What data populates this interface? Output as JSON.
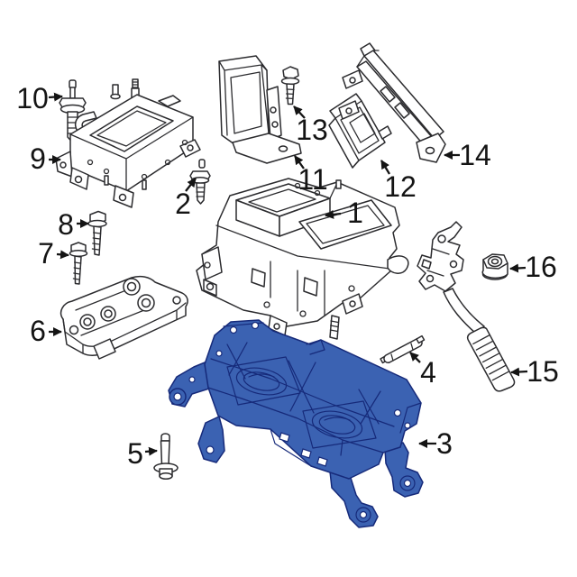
{
  "diagram": {
    "type": "exploded-parts-diagram",
    "colors": {
      "bg": "#ffffff",
      "line": "#2b2b2e",
      "hl": "#3b62b2",
      "hls": "#162a7a",
      "hll": "#4f74c6",
      "callout": "#141414"
    },
    "highlighted_callout": "3",
    "parts": [
      {
        "callout": "1",
        "name": "inverter-converter-assembly",
        "highlighted": false
      },
      {
        "callout": "2",
        "name": "stud-bolt",
        "highlighted": false
      },
      {
        "callout": "3",
        "name": "support-bracket-frame",
        "highlighted": true
      },
      {
        "callout": "4",
        "name": "dowel-pin",
        "highlighted": false
      },
      {
        "callout": "5",
        "name": "shoulder-screw",
        "highlighted": false
      },
      {
        "callout": "6",
        "name": "mounting-bracket",
        "highlighted": false
      },
      {
        "callout": "7",
        "name": "flange-bolt",
        "highlighted": false
      },
      {
        "callout": "8",
        "name": "flange-bolt",
        "highlighted": false
      },
      {
        "callout": "9",
        "name": "power-inverter-module",
        "highlighted": false
      },
      {
        "callout": "10",
        "name": "stud-bolt",
        "highlighted": false
      },
      {
        "callout": "11",
        "name": "control-module-with-bracket",
        "highlighted": false
      },
      {
        "callout": "12",
        "name": "control-module",
        "highlighted": false
      },
      {
        "callout": "13",
        "name": "flange-bolt",
        "highlighted": false
      },
      {
        "callout": "14",
        "name": "module-mounting-bracket",
        "highlighted": false
      },
      {
        "callout": "15",
        "name": "accelerator-pedal-assembly",
        "highlighted": false
      },
      {
        "callout": "16",
        "name": "flange-nut",
        "highlighted": false
      }
    ],
    "callouts": [
      {
        "label": "1"
      },
      {
        "label": "2"
      },
      {
        "label": "3"
      },
      {
        "label": "4"
      },
      {
        "label": "5"
      },
      {
        "label": "6"
      },
      {
        "label": "7"
      },
      {
        "label": "8"
      },
      {
        "label": "9"
      },
      {
        "label": "10"
      },
      {
        "label": "11"
      },
      {
        "label": "12"
      },
      {
        "label": "13"
      },
      {
        "label": "14"
      },
      {
        "label": "15"
      },
      {
        "label": "16"
      }
    ]
  }
}
